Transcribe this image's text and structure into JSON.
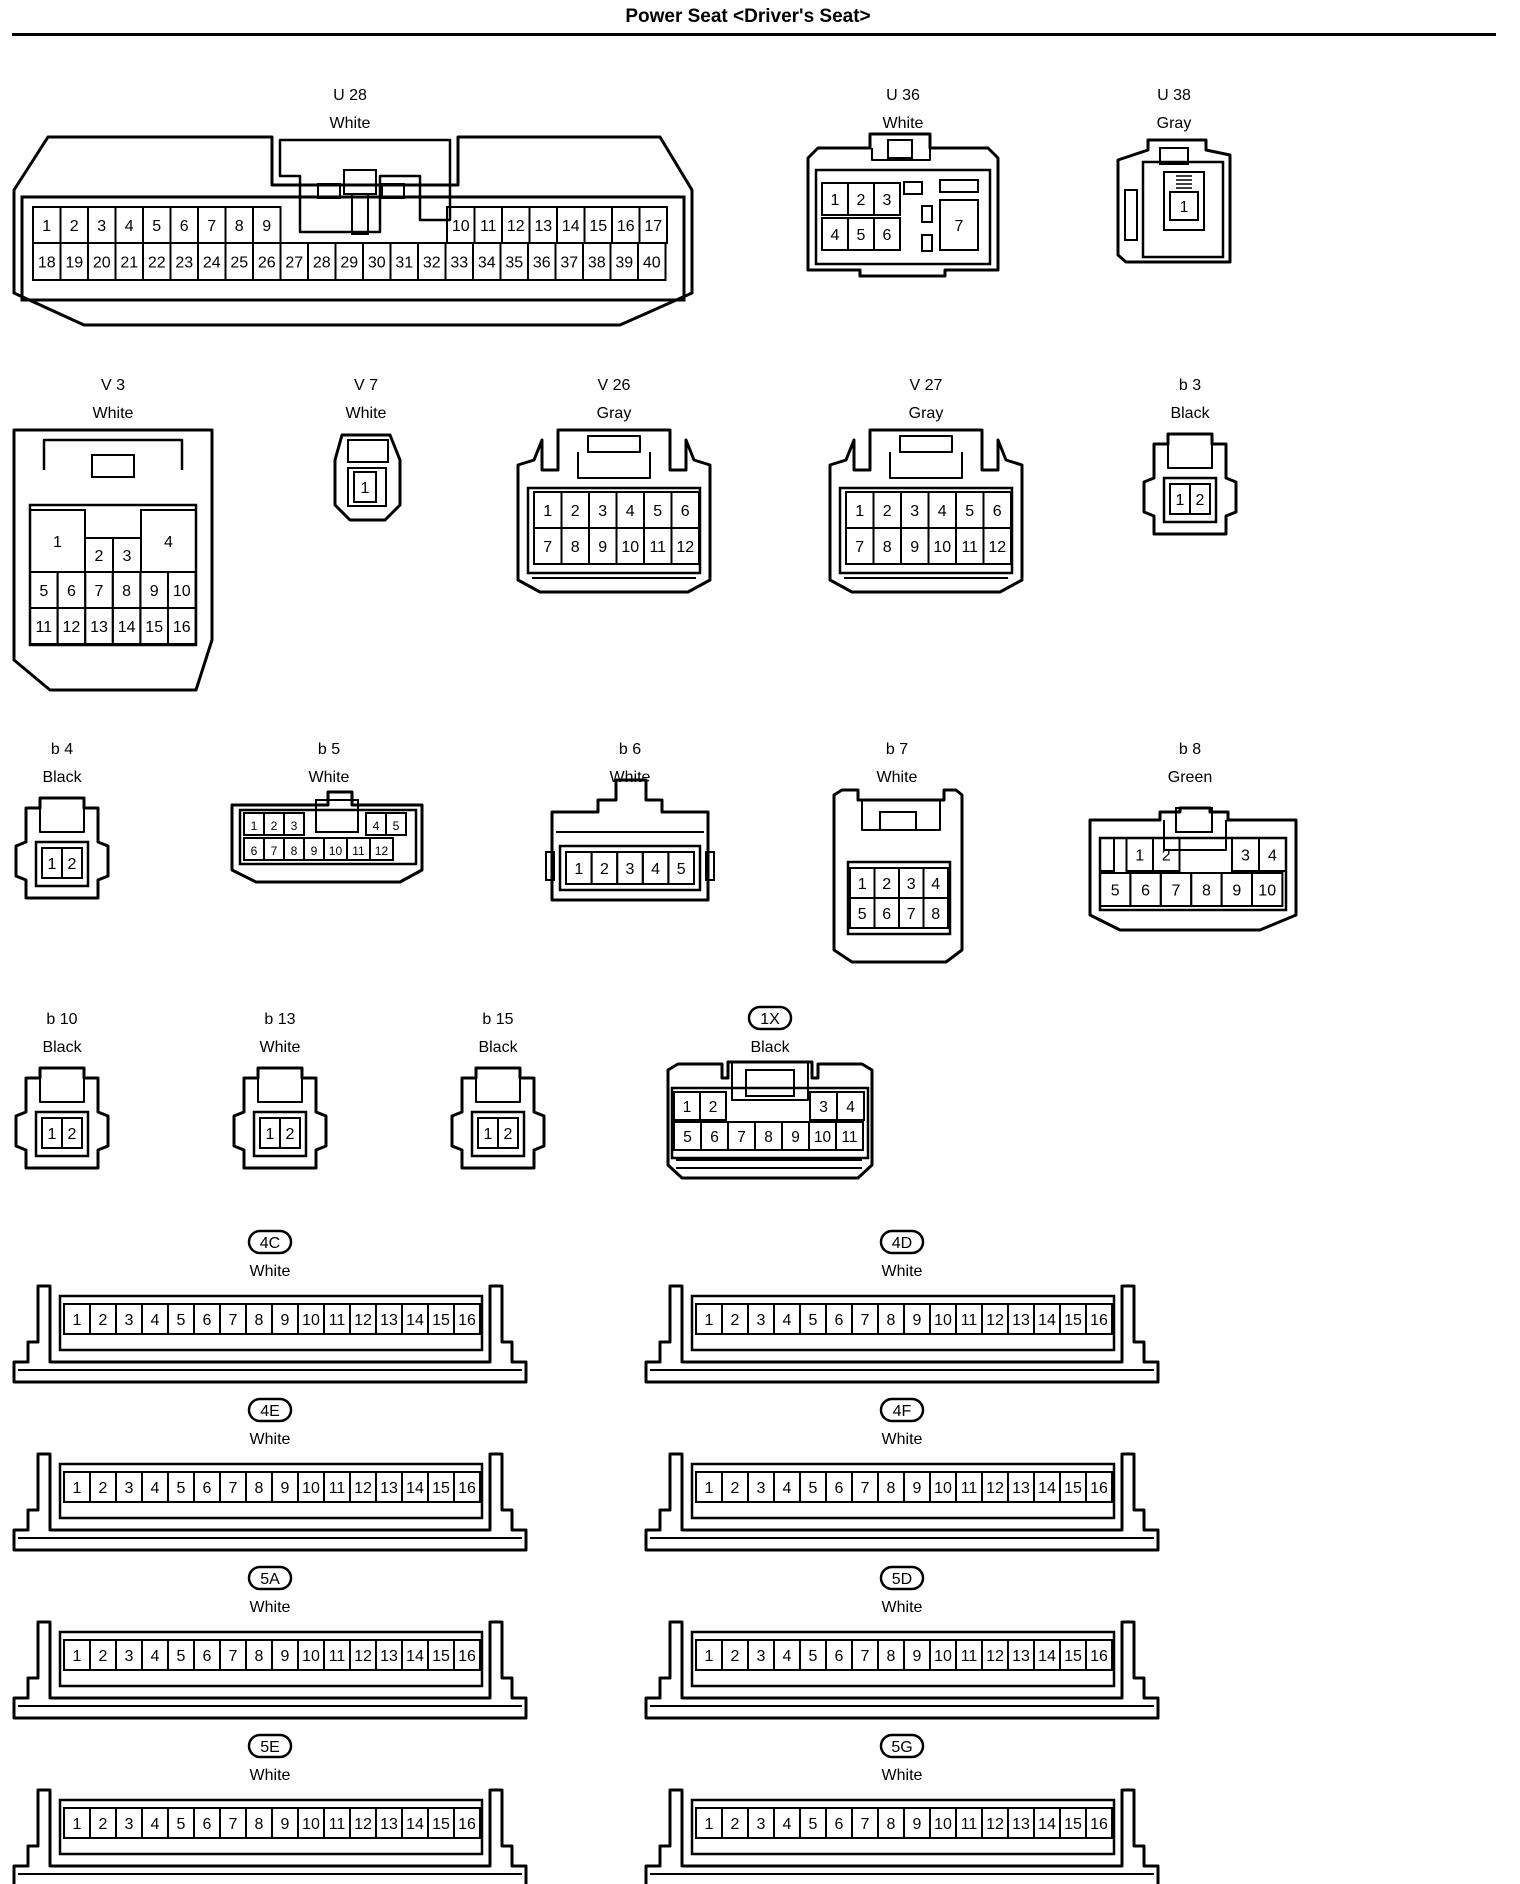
{
  "page": {
    "title": "Power Seat <Driver's Seat>"
  },
  "connectors": [
    {
      "id": "U 28",
      "color": "White",
      "pins": 40
    },
    {
      "id": "U 36",
      "color": "White",
      "pins": 7
    },
    {
      "id": "U 38",
      "color": "Gray",
      "pins": 1
    },
    {
      "id": "V 3",
      "color": "White",
      "pins": 16
    },
    {
      "id": "V 7",
      "color": "White",
      "pins": 1
    },
    {
      "id": "V 26",
      "color": "Gray",
      "pins": 12
    },
    {
      "id": "V 27",
      "color": "Gray",
      "pins": 12
    },
    {
      "id": "b 3",
      "color": "Black",
      "pins": 2
    },
    {
      "id": "b 4",
      "color": "Black",
      "pins": 2
    },
    {
      "id": "b 5",
      "color": "White",
      "pins": 12
    },
    {
      "id": "b 6",
      "color": "White",
      "pins": 5
    },
    {
      "id": "b 7",
      "color": "White",
      "pins": 8
    },
    {
      "id": "b 8",
      "color": "Green",
      "pins": 10
    },
    {
      "id": "b 10",
      "color": "Black",
      "pins": 2
    },
    {
      "id": "b 13",
      "color": "White",
      "pins": 2
    },
    {
      "id": "b 15",
      "color": "Black",
      "pins": 2
    },
    {
      "id": "1X",
      "color": "Black",
      "pins": 11,
      "junction": true
    },
    {
      "id": "4C",
      "color": "White",
      "pins": 16,
      "junction": true
    },
    {
      "id": "4D",
      "color": "White",
      "pins": 16,
      "junction": true
    },
    {
      "id": "4E",
      "color": "White",
      "pins": 16,
      "junction": true
    },
    {
      "id": "4F",
      "color": "White",
      "pins": 16,
      "junction": true
    },
    {
      "id": "5A",
      "color": "White",
      "pins": 16,
      "junction": true
    },
    {
      "id": "5D",
      "color": "White",
      "pins": 16,
      "junction": true
    },
    {
      "id": "5E",
      "color": "White",
      "pins": 16,
      "junction": true
    },
    {
      "id": "5G",
      "color": "White",
      "pins": 16,
      "junction": true
    }
  ]
}
